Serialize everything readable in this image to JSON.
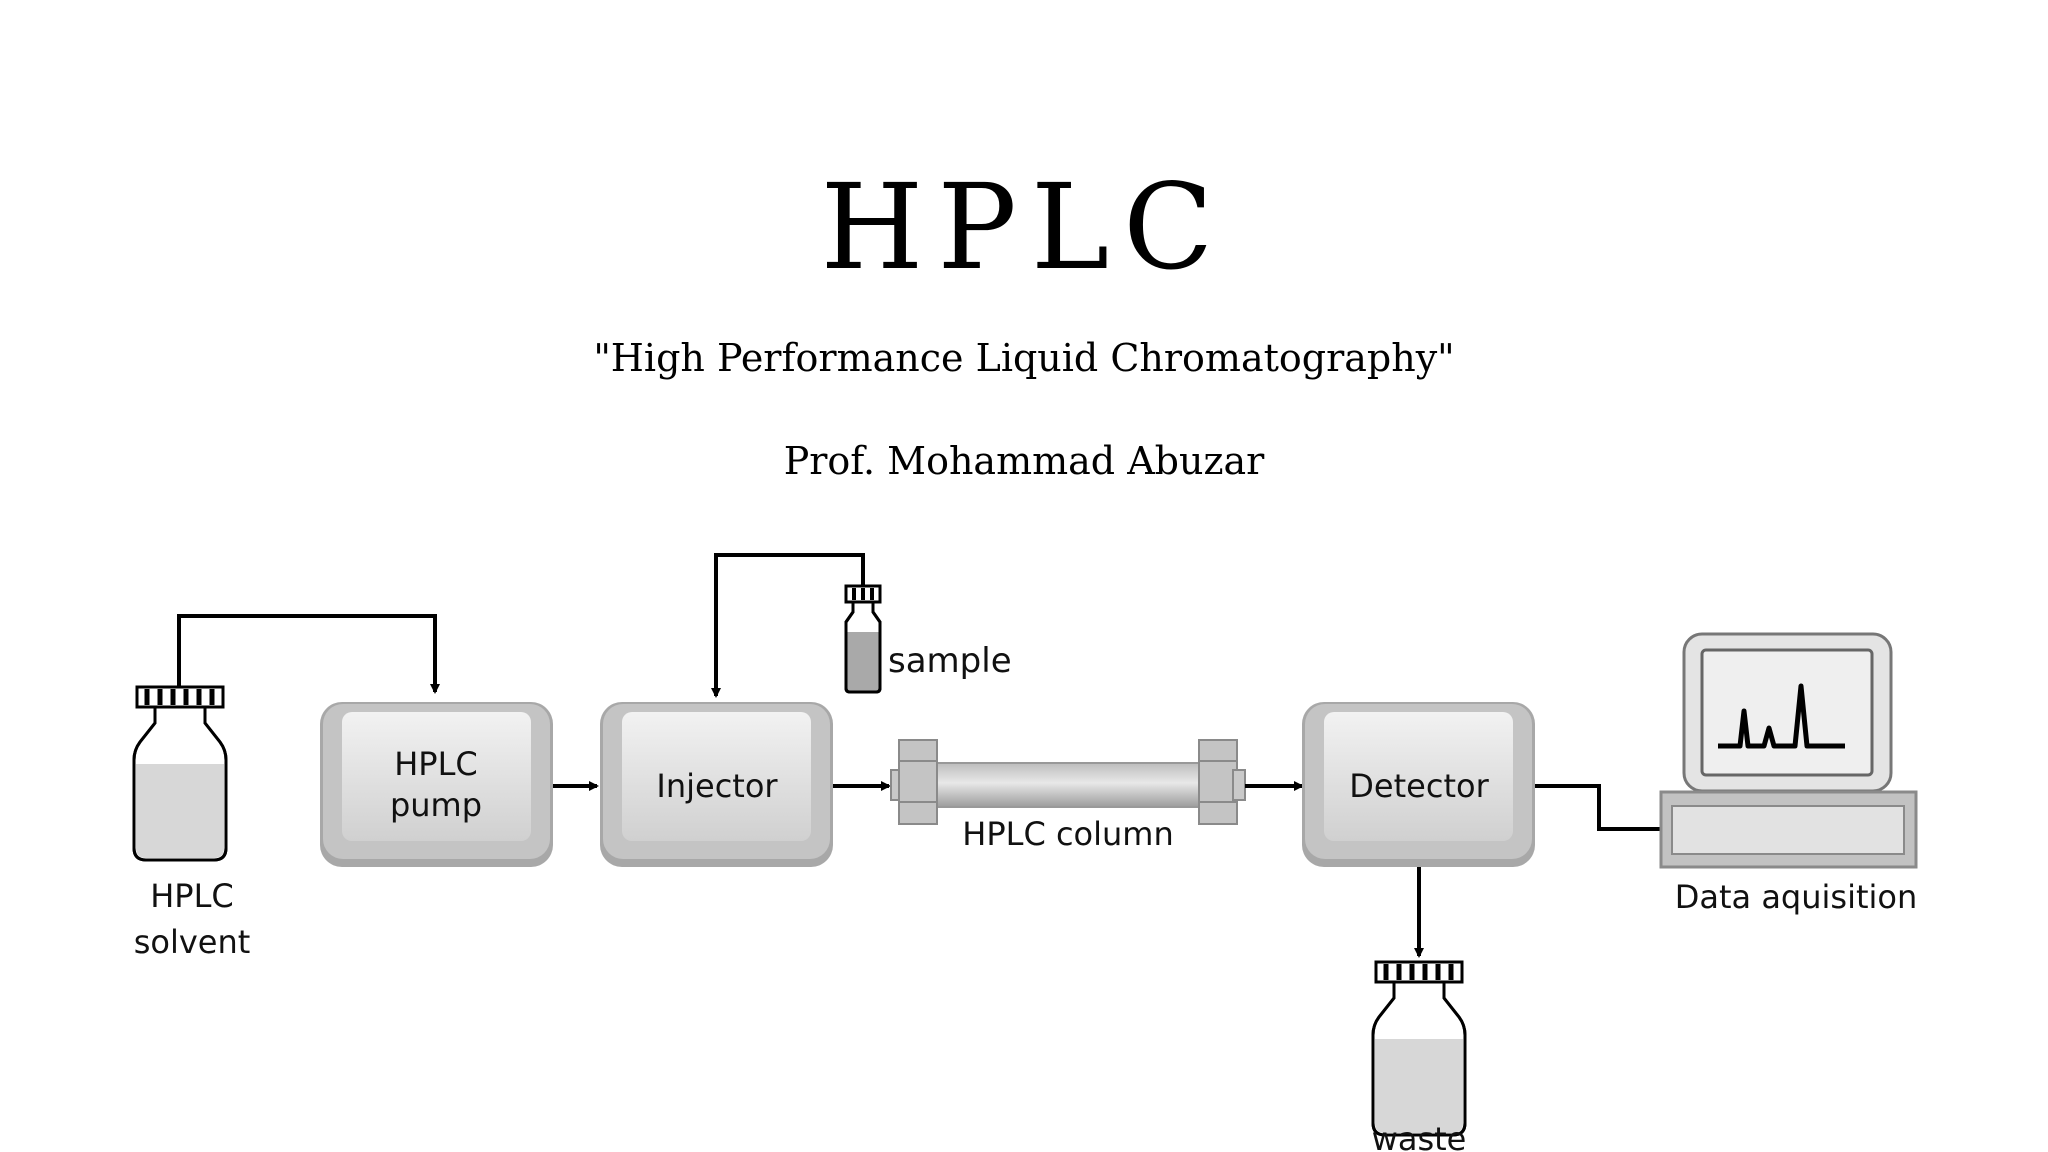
{
  "slide": {
    "title": "HPLC",
    "subtitle": "\"High Performance Liquid Chromatography\"",
    "author": "Prof. Mohammad Abuzar"
  },
  "diagram": {
    "solvent": {
      "line1": "HPLC",
      "line2": "solvent"
    },
    "pump": {
      "line1": "HPLC",
      "line2": "pump"
    },
    "injector": {
      "label": "Injector"
    },
    "sample": {
      "label": "sample"
    },
    "column": {
      "label": "HPLC column"
    },
    "detector": {
      "label": "Detector"
    },
    "data": {
      "label": "Data aquisition"
    },
    "waste": {
      "label": "waste"
    }
  },
  "icons": [
    "bottle-icon",
    "vial-icon",
    "column-icon",
    "computer-icon",
    "arrow-icon"
  ],
  "colors": {
    "box_face": "#e6e6e6",
    "box_shadow": "#a9a9a9",
    "liquid": "#d7d7d7",
    "line": "#000000"
  }
}
